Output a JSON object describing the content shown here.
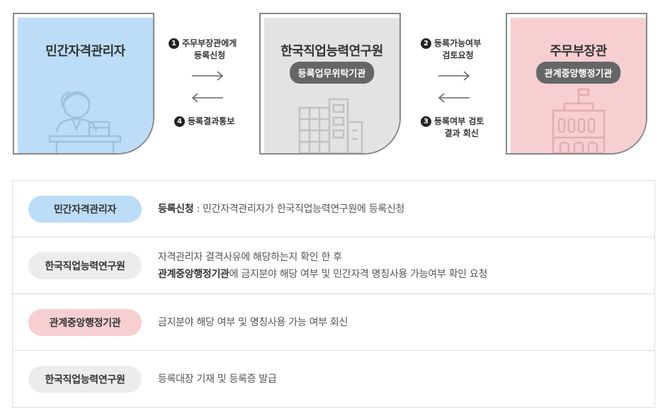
{
  "colors": {
    "private_blue": "#bcdcf8",
    "institute_gray": "#e3e3e3",
    "ministry_pink": "#f7cfd1",
    "badge_gray": "#666666",
    "pill_gray": "#ececec"
  },
  "flow": {
    "card_private": {
      "title": "민간자격관리자",
      "icon": "person-at-desk-icon"
    },
    "card_institute": {
      "title": "한국직업능력연구원",
      "badge": "등록업무위탁기관",
      "icon": "building-icon"
    },
    "card_ministry": {
      "title": "주무부장관",
      "badge": "관계중앙행정기관",
      "icon": "government-building-icon"
    },
    "step1": {
      "num": "1",
      "line1": "주무부장관에게",
      "line2": "등록신청"
    },
    "step2": {
      "num": "2",
      "line1": "등록가능여부",
      "line2": "검토요청"
    },
    "step3": {
      "num": "3",
      "line1": "등록여부 검토",
      "line2": "결과 회신"
    },
    "step4": {
      "num": "4",
      "line1": "등록결과통보"
    }
  },
  "table": {
    "rows": [
      {
        "label": "민간자격관리자",
        "bold": "등록신청",
        "text": " : 민간자격관리자가 한국직업능력연구원에 등록신청"
      },
      {
        "label": "한국직업능력연구원",
        "line1": "자격관리자 결격사유에 해당하는지 확인 한 후",
        "bold": "관계중앙행정기관",
        "text": "에 금지분야 해당 여부 및 민간자격 명칭사용 가능여부 확인 요청"
      },
      {
        "label": "관계중앙행정기관",
        "text": "금지분야 해당 여부 및 명칭사용 가능 여부 회신"
      },
      {
        "label": "한국직업능력연구원",
        "text": "등록대장 기재 및 등록증 발급"
      }
    ]
  }
}
